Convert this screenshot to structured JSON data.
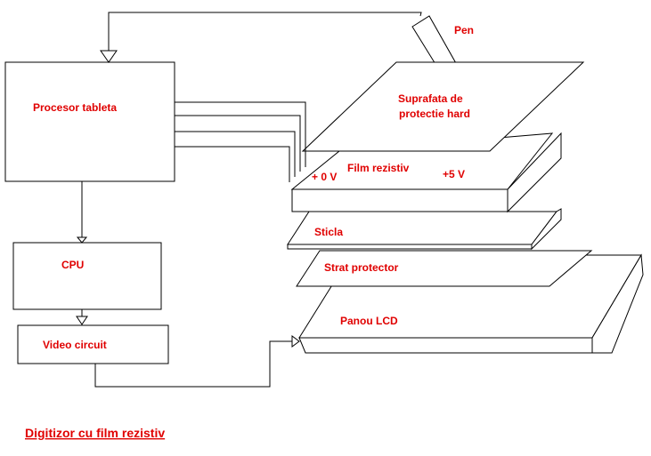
{
  "diagram": {
    "blocks": {
      "processor": "Procesor tableta",
      "cpu": "CPU",
      "video": "Video circuit"
    },
    "pen": "Pen",
    "layers": {
      "hard_surface_line1": "Suprafata de",
      "hard_surface_line2": "protectie hard",
      "resistive_film": "Film rezistiv",
      "zero_volt": "+ 0 V",
      "five_volt": "+5 V",
      "glass": "Sticla",
      "protective_layer": "Strat protector",
      "lcd_panel": "Panou LCD"
    },
    "caption": "Digitizor cu film rezistiv"
  },
  "colors": {
    "text": "#e00000",
    "lines": "#000000",
    "background": "#ffffff"
  }
}
